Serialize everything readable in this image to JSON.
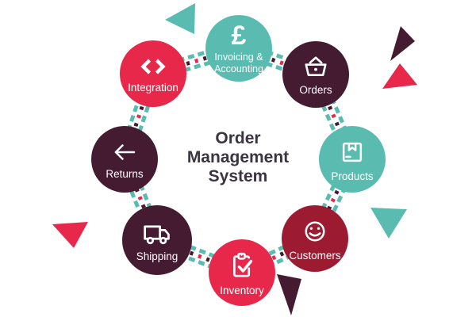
{
  "title": {
    "line1": "Order",
    "line2": "Management",
    "line3": "System"
  },
  "colors": {
    "teal": "#5abcb1",
    "plum": "#451b31",
    "crimson": "#9c1b31",
    "red": "#e8284b",
    "title_text": "#3b3441",
    "icon_white": "#ffffff"
  },
  "nodes": [
    {
      "id": "invoicing",
      "label_lines": [
        "Invoicing &",
        "Accounting"
      ],
      "icon": "pound-icon",
      "color_key": "teal"
    },
    {
      "id": "orders",
      "label": "Orders",
      "icon": "basket-icon",
      "color_key": "plum"
    },
    {
      "id": "products",
      "label": "Products",
      "icon": "box-icon",
      "color_key": "teal"
    },
    {
      "id": "customers",
      "label": "Customers",
      "icon": "smiley-icon",
      "color_key": "crimson"
    },
    {
      "id": "inventory",
      "label": "Inventory",
      "icon": "clipboard-check-icon",
      "color_key": "red"
    },
    {
      "id": "shipping",
      "label": "Shipping",
      "icon": "truck-icon",
      "color_key": "plum"
    },
    {
      "id": "returns",
      "label": "Returns",
      "icon": "arrow-left-icon",
      "color_key": "plum"
    },
    {
      "id": "integration",
      "label": "Integration",
      "icon": "code-brackets-icon",
      "color_key": "red"
    }
  ]
}
